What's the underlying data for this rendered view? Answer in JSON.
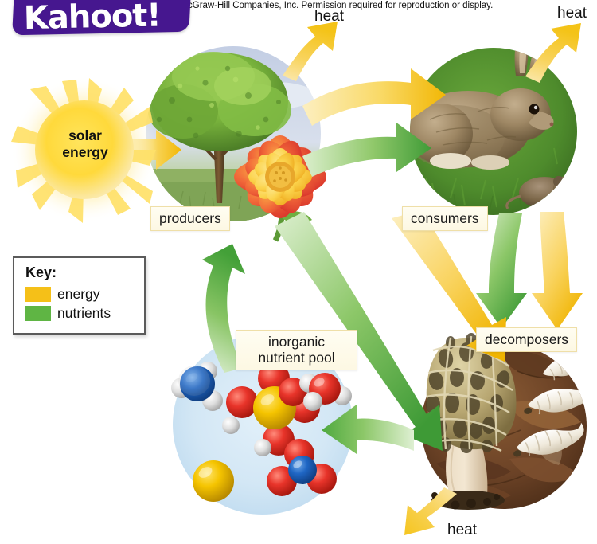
{
  "image": {
    "title": "Ecosystem energy flow and nutrient cycling diagram",
    "copyright": "cGraw-Hill Companies, Inc. Permission required for reproduction or display."
  },
  "overlay": {
    "logo_text": "Kahoot!",
    "logo_color": "#46178F"
  },
  "key": {
    "title": "Key:",
    "items": [
      {
        "label": "energy",
        "color": "#F5C018"
      },
      {
        "label": "nutrients",
        "color": "#5FB544"
      }
    ]
  },
  "nodes": {
    "solar": {
      "label": "solar\nenergy",
      "line1": "solar",
      "line2": "energy"
    },
    "producers": {
      "label": "producers"
    },
    "consumers": {
      "label": "consumers"
    },
    "decomposers": {
      "label": "decomposers"
    },
    "nutrient_pool": {
      "label": "inorganic\nnutrient pool",
      "line1": "inorganic",
      "line2": "nutrient pool"
    }
  },
  "heat_labels": [
    {
      "id": "heat-top-left",
      "label": "heat"
    },
    {
      "id": "heat-top-right",
      "label": "heat"
    },
    {
      "id": "heat-bottom",
      "label": "heat"
    }
  ],
  "colors": {
    "energy": "#F5C018",
    "energy_light": "#FBE7A6",
    "nutrients": "#5FB544",
    "nutrients_light": "#CDE8BE",
    "pool_circle": "#D3E7F5",
    "producers_sky": "#C9D4E6",
    "consumers_grass": "#4E8B2C",
    "decomposers_litter": "#6B4226",
    "sun": "#FFD93B",
    "label_bg": "#FFFCEF",
    "label_border": "#EFDFA8"
  }
}
